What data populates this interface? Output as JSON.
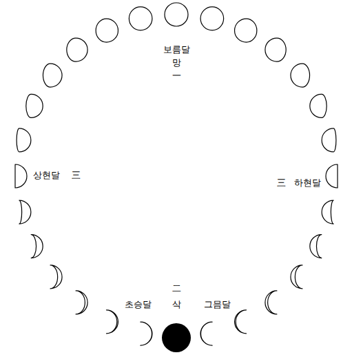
{
  "diagram": {
    "labels": [
      "보름달",
      "망",
      "一",
      "상현달",
      "三",
      "三",
      "하현달",
      "二",
      "초승달",
      "삭",
      "그믐달"
    ]
  }
}
